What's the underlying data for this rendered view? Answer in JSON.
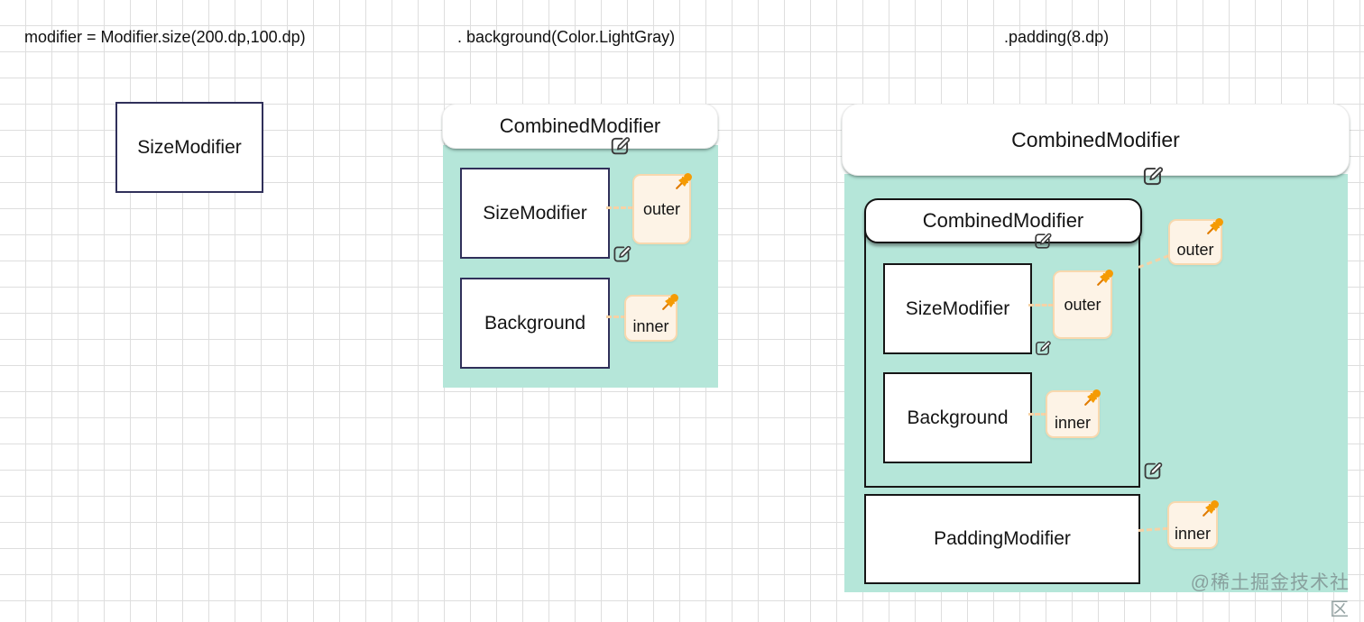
{
  "code_line": {
    "part1": "modifier = Modifier.size(200.dp,100.dp)",
    "part2": ". background(Color.LightGray)",
    "part3": ".padding(8.dp)"
  },
  "standalone_box": {
    "label": "SizeModifier"
  },
  "middle_group": {
    "title": "CombinedModifier",
    "boxes": [
      {
        "label": "SizeModifier",
        "tag": "outer"
      },
      {
        "label": "Background",
        "tag": "inner"
      }
    ]
  },
  "right_group": {
    "title": "CombinedModifier",
    "outer_tag": "outer",
    "nested": {
      "title": "CombinedModifier",
      "boxes": [
        {
          "label": "SizeModifier",
          "tag": "outer"
        },
        {
          "label": "Background",
          "tag": "inner"
        }
      ]
    },
    "bottom_box": {
      "label": "PaddingModifier",
      "tag": "inner"
    }
  },
  "watermark": "@稀土掘金技术社区",
  "colors": {
    "group_fill": "#b5e6d9",
    "note_fill": "#fdf3e6",
    "note_border": "#f8d8ae",
    "pin_orange": "#f59b04",
    "box_border_navy": "#30305a",
    "box_border_black": "#161616"
  }
}
